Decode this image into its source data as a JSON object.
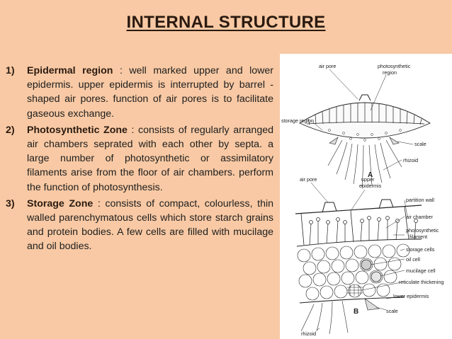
{
  "slide": {
    "title": "INTERNAL STRUCTURE",
    "points": [
      {
        "number": "1)",
        "term": "Epidermal region",
        "text": " : well marked upper and lower epidermis. upper epidermis is interrupted by barrel - shaped air pores. function of air pores is to facilitate gaseous exchange."
      },
      {
        "number": "2)",
        "term": "Photosynthetic Zone",
        "text": " : consists of regularly arranged air chambers seprated with each other by septa. a large number of photosynthetic or assimilatory filaments arise from the floor of air chambers. perform the function of photosynthesis."
      },
      {
        "number": "3)",
        "term": "Storage Zone",
        "text": " : consists of compact, colourless, thin walled parenchymatous cells which store starch grains and protein bodies. A few cells are filled with mucilage and oil bodies."
      }
    ]
  },
  "figure": {
    "a": {
      "air_pore": "air pore",
      "photosynthetic_region_1": "photosynthetic",
      "photosynthetic_region_2": "region",
      "storage_region": "storage region",
      "scale": "scale",
      "rhizoid": "rhizoid",
      "letter": "A"
    },
    "b": {
      "air_pore": "air pore",
      "upper_epidermis_1": "upper",
      "upper_epidermis_2": "epidermis",
      "partition_wall": "partition wall",
      "air_chamber": "air chamber",
      "photosynthetic_filament_1": "photosynthetic",
      "photosynthetic_filament_2": "filament",
      "storage_cells": "storage cells",
      "oil_cell": "oil cell",
      "mucilage_cell": "mucilage cell",
      "reticulate_thickening": "reticulate thickening",
      "lower_epidermis": "lower epidermis",
      "scale": "scale",
      "rhizoid": "rhizoid",
      "letter": "B"
    }
  }
}
